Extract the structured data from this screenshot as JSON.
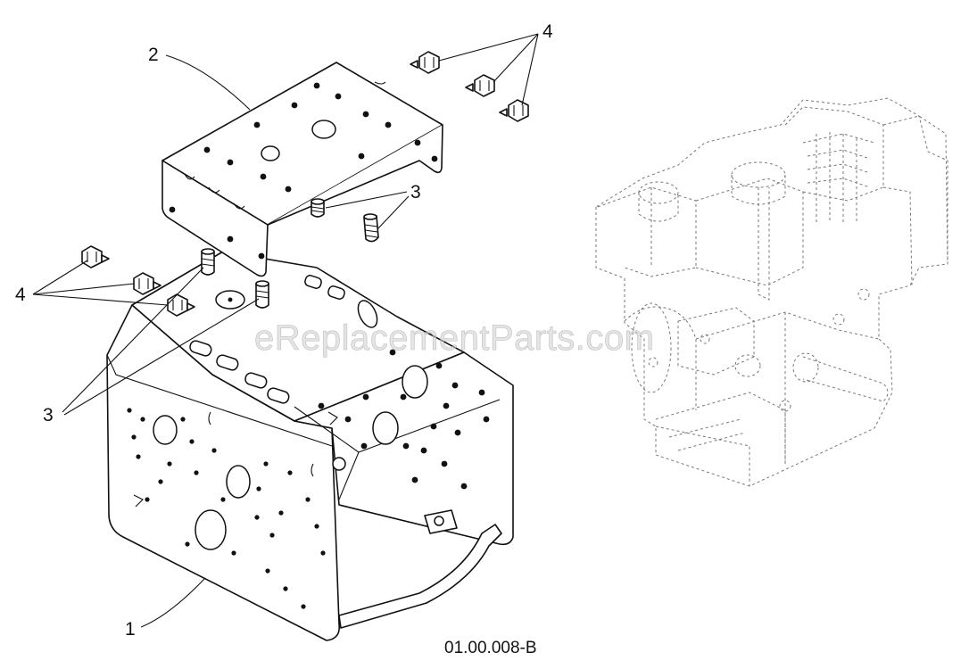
{
  "diagram": {
    "drawing_code": "01.00.008-B",
    "watermark": "eReplacementParts.com",
    "callouts": {
      "part_1": "1",
      "part_2": "2",
      "part_3_upper": "3",
      "part_3_lower": "3",
      "part_4_upper": "4",
      "part_4_lower": "4"
    },
    "colors": {
      "line": "#111111",
      "ghost_line": "#777777",
      "watermark": "#cfcfcf"
    }
  }
}
